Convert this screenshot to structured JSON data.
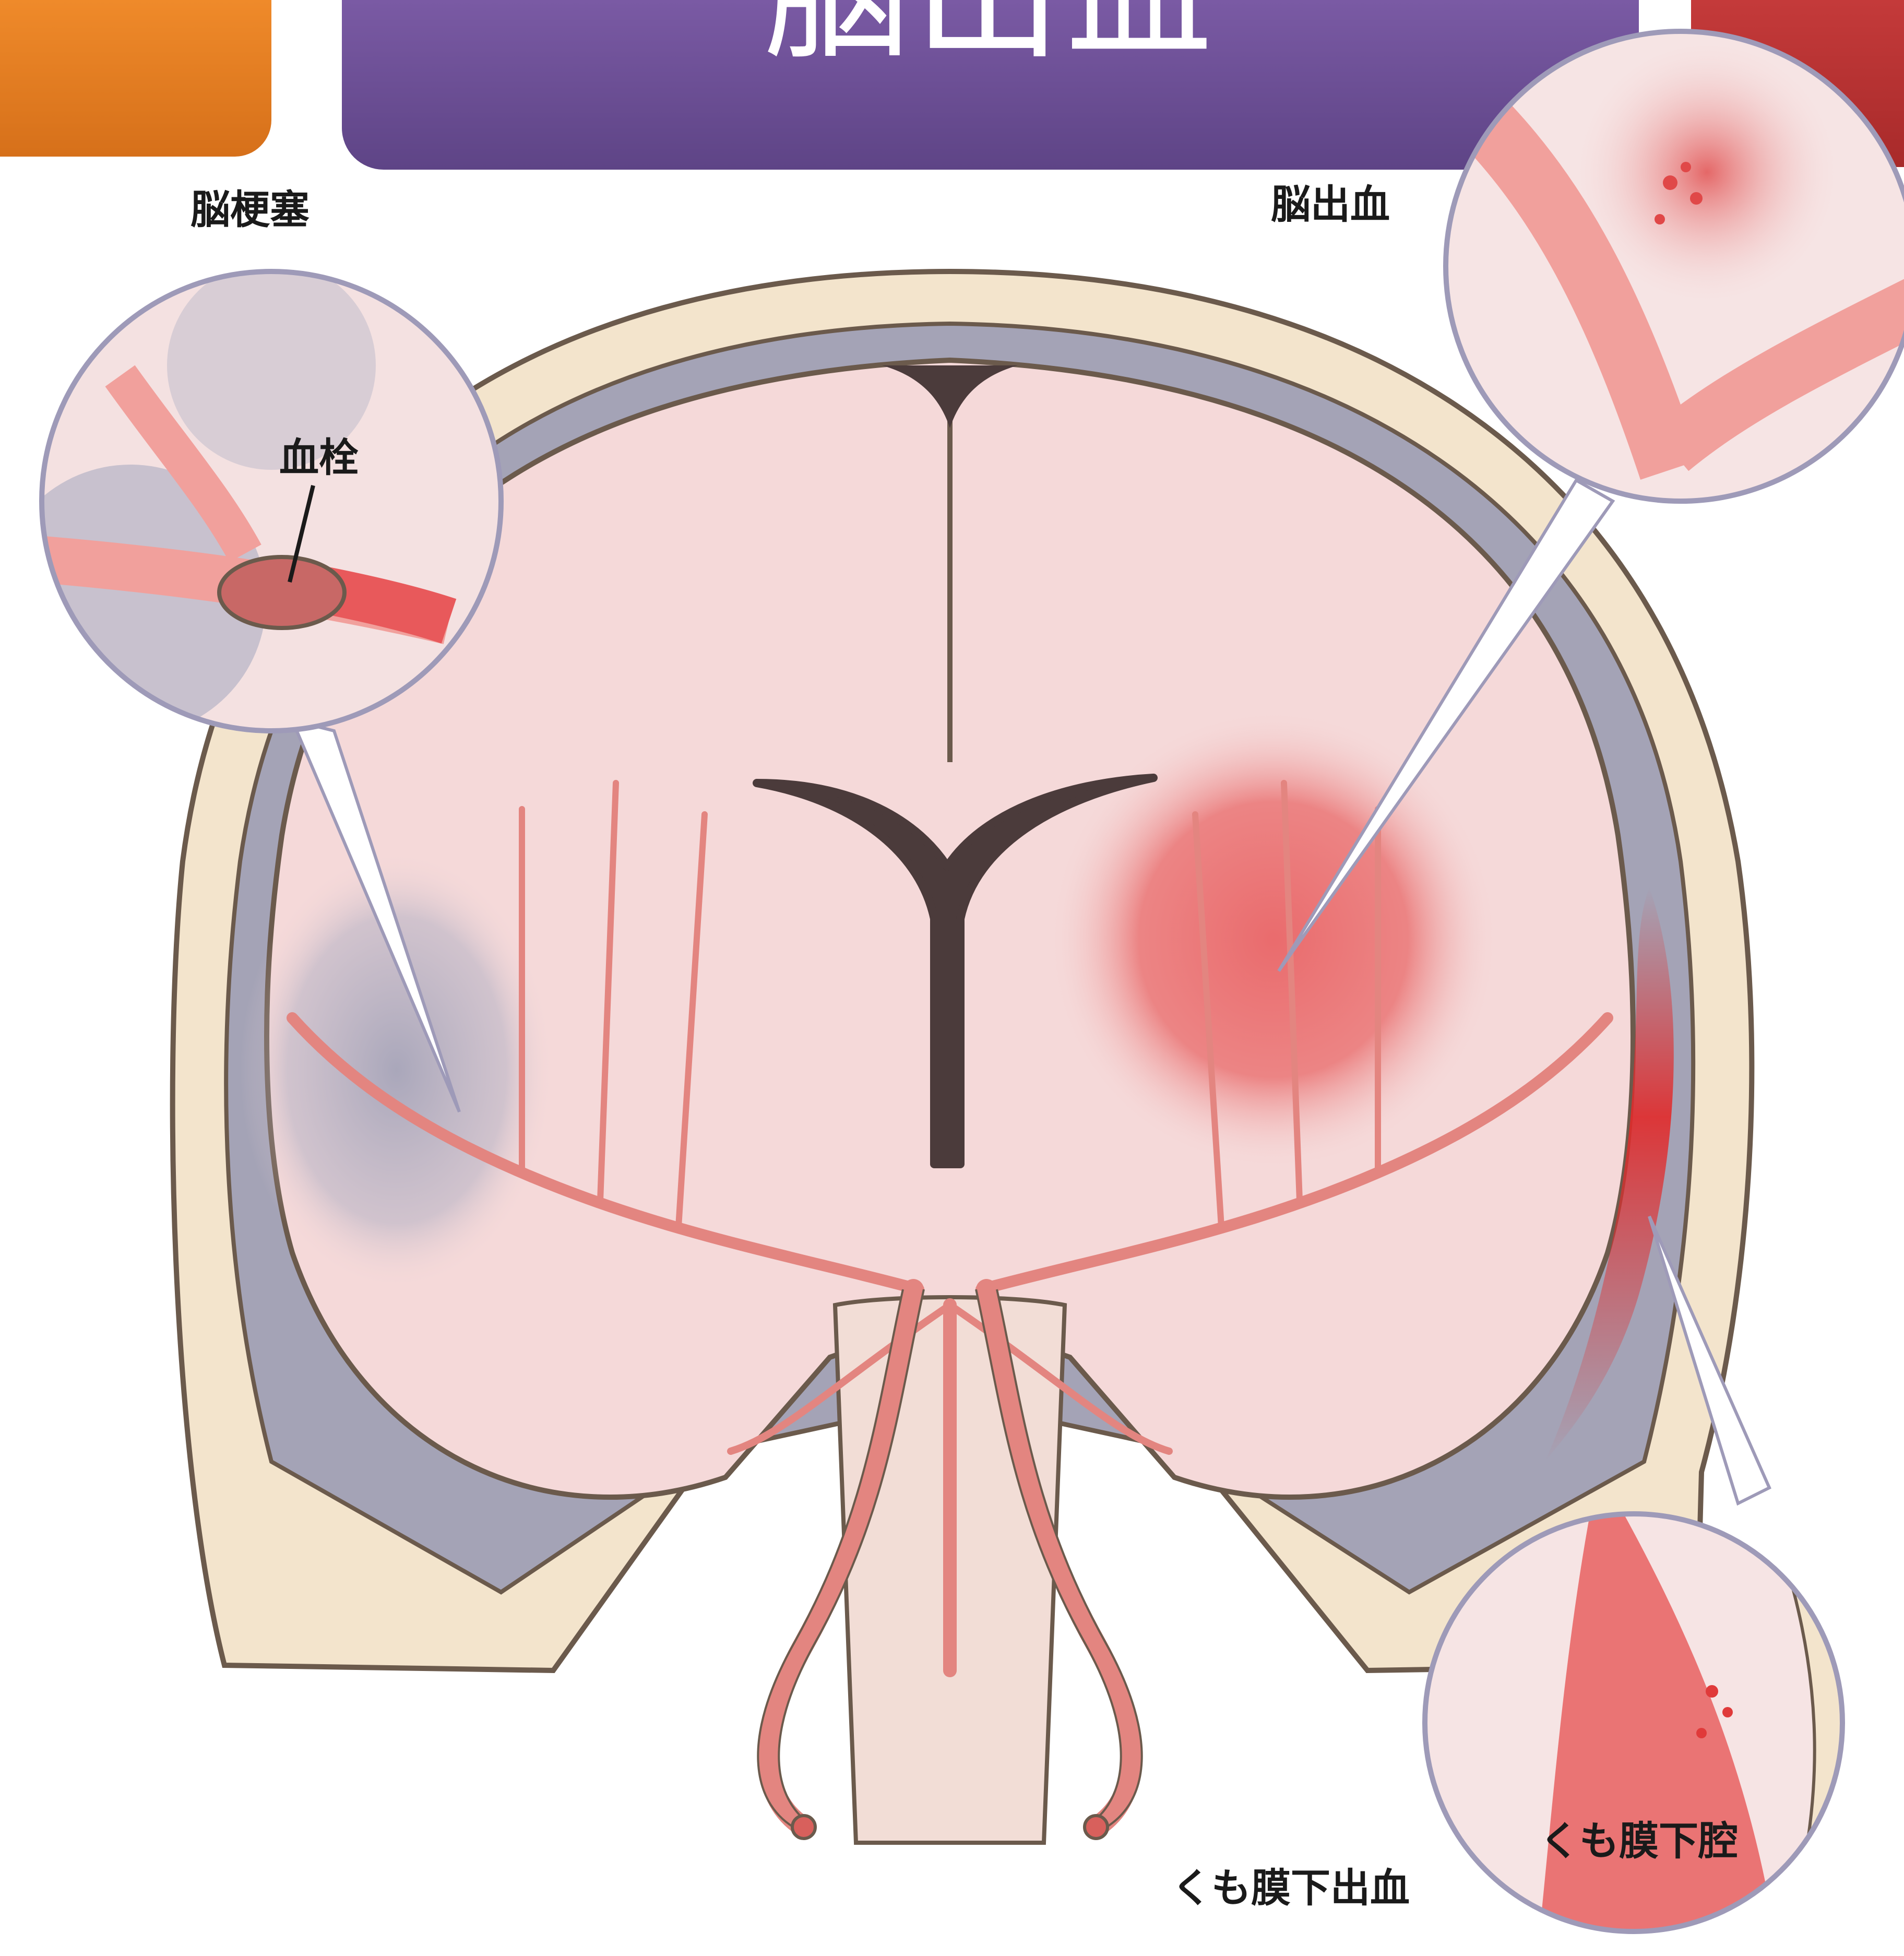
{
  "header": {
    "title": "脳出血",
    "colors": {
      "left_tab": "#e27d22",
      "center_tab": "#6a4e94",
      "right_tab": "#b83232"
    }
  },
  "labels": {
    "cerebral_infarction": "脳梗塞",
    "cerebral_hemorrhage": "脳出血",
    "thrombus": "血栓",
    "subarachnoid_hemorrhage": "くも膜下出血",
    "subarachnoid_space": "くも膜下腔"
  },
  "colors": {
    "skull": "#f3e4cc",
    "brain": "#f5d9d9",
    "vessel": "#f1a09c",
    "ventricle": "#4b3b3b",
    "hemorrhage": "#e84848",
    "ischemia": "#9aa0b8",
    "outline": "#6b5a4c"
  }
}
